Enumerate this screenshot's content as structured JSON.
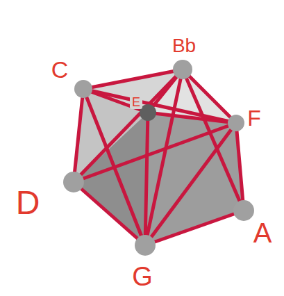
{
  "diagram": {
    "labels": [
      "Bb",
      "C",
      "E",
      "F",
      "D",
      "A",
      "G"
    ]
  }
}
